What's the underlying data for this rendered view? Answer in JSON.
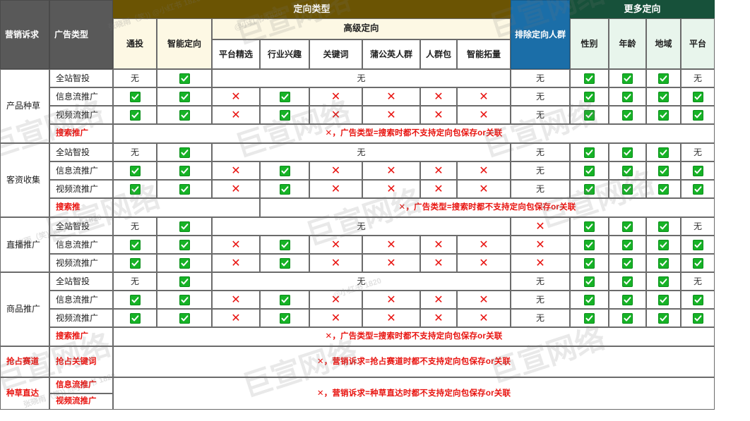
{
  "header": {
    "col_marketing_appeal": "营销诉求",
    "col_ad_type": "广告类型",
    "band_targeting": "定向类型",
    "band_exclude": "排除定向人群",
    "band_more": "更多定向",
    "sub_advanced": "高级定向",
    "columns": [
      "通投",
      "智能定向",
      "平台精选",
      "行业兴趣",
      "关键词",
      "蒲公英人群",
      "人群包",
      "智能拓量",
      "性别",
      "年龄",
      "地域",
      "平台"
    ]
  },
  "symbols": {
    "check": "check-icon",
    "cross": "✕",
    "none": "无"
  },
  "colors": {
    "band_targeting": "#6b5403",
    "band_exclude": "#1b6ea8",
    "band_more": "#17513a",
    "header_dark": "#595959",
    "cream": "#fdf8e4",
    "light_green": "#e8f5ec",
    "check_green": "#16b226",
    "cross_red": "#e8120f",
    "warn_red": "#e8130f"
  },
  "messages": {
    "search_not_supported": "✕，广告类型=搜索时都不支持定向包保存or关联",
    "race_not_supported": "✕，营销诉求=抢占赛道时都不支持定向包保存or关联",
    "seed_not_supported": "✕，营销诉求=种草直达时都不支持定向包保存or关联"
  },
  "groups": [
    {
      "name": "产品种草",
      "name_red": false,
      "rows": [
        {
          "ad_type": "全站智投",
          "ad_type_red": false,
          "tongtou": "none",
          "smart": "check",
          "advanced_merged": "none",
          "exclude": "none",
          "gender": "check",
          "age": "check",
          "region": "check",
          "platform": "none"
        },
        {
          "ad_type": "信息流推广",
          "ad_type_red": false,
          "tongtou": "check",
          "smart": "check",
          "platform_select": "cross",
          "industry_interest": "check",
          "keyword": "cross",
          "dandelion": "cross",
          "crowd_pack": "cross",
          "smart_expand": "cross",
          "exclude": "none",
          "gender": "check",
          "age": "check",
          "region": "check",
          "platform": "check"
        },
        {
          "ad_type": "视频流推广",
          "ad_type_red": false,
          "tongtou": "check",
          "smart": "check",
          "platform_select": "cross",
          "industry_interest": "check",
          "keyword": "cross",
          "dandelion": "cross",
          "crowd_pack": "cross",
          "smart_expand": "cross",
          "exclude": "none",
          "gender": "check",
          "age": "check",
          "region": "check",
          "platform": "check"
        },
        {
          "ad_type": "搜索推广",
          "ad_type_red": true,
          "message": "search_not_supported",
          "message_start": 2
        }
      ]
    },
    {
      "name": "客资收集",
      "name_red": false,
      "rows": [
        {
          "ad_type": "全站智投",
          "ad_type_red": false,
          "tongtou": "none",
          "smart": "check",
          "advanced_merged": "none",
          "exclude": "none",
          "gender": "check",
          "age": "check",
          "region": "check",
          "platform": "none"
        },
        {
          "ad_type": "信息流推广",
          "ad_type_red": false,
          "tongtou": "check",
          "smart": "check",
          "platform_select": "cross",
          "industry_interest": "check",
          "keyword": "cross",
          "dandelion": "cross",
          "crowd_pack": "cross",
          "smart_expand": "cross",
          "exclude": "none",
          "gender": "check",
          "age": "check",
          "region": "check",
          "platform": "check"
        },
        {
          "ad_type": "视频流推广",
          "ad_type_red": false,
          "tongtou": "check",
          "smart": "check",
          "platform_select": "cross",
          "industry_interest": "check",
          "keyword": "cross",
          "dandelion": "cross",
          "crowd_pack": "cross",
          "smart_expand": "cross",
          "exclude": "none",
          "gender": "check",
          "age": "check",
          "region": "check",
          "platform": "check"
        },
        {
          "ad_type": "搜索推",
          "ad_type_red": true,
          "message": "search_not_supported",
          "message_start": 4
        }
      ]
    },
    {
      "name": "直播推广",
      "name_red": false,
      "rows": [
        {
          "ad_type": "全站智投",
          "ad_type_red": false,
          "tongtou": "none",
          "smart": "check",
          "advanced_merged": "none",
          "exclude": "cross",
          "gender": "check",
          "age": "check",
          "region": "check",
          "platform": "none"
        },
        {
          "ad_type": "信息流推广",
          "ad_type_red": false,
          "tongtou": "check",
          "smart": "check",
          "platform_select": "cross",
          "industry_interest": "check",
          "keyword": "cross",
          "dandelion": "cross",
          "crowd_pack": "cross",
          "smart_expand": "cross",
          "exclude": "cross",
          "gender": "check",
          "age": "check",
          "region": "check",
          "platform": "check"
        },
        {
          "ad_type": "视频流推广",
          "ad_type_red": false,
          "tongtou": "check",
          "smart": "check",
          "platform_select": "cross",
          "industry_interest": "check",
          "keyword": "cross",
          "dandelion": "cross",
          "crowd_pack": "cross",
          "smart_expand": "cross",
          "exclude": "cross",
          "gender": "check",
          "age": "check",
          "region": "check",
          "platform": "check"
        }
      ]
    },
    {
      "name": "商品推广",
      "name_red": false,
      "rows": [
        {
          "ad_type": "全站智投",
          "ad_type_red": false,
          "tongtou": "none",
          "smart": "check",
          "advanced_merged": "none",
          "exclude": "none",
          "gender": "check",
          "age": "check",
          "region": "check",
          "platform": "none"
        },
        {
          "ad_type": "信息流推广",
          "ad_type_red": false,
          "tongtou": "check",
          "smart": "check",
          "platform_select": "cross",
          "industry_interest": "check",
          "keyword": "cross",
          "dandelion": "cross",
          "crowd_pack": "cross",
          "smart_expand": "cross",
          "exclude": "none",
          "gender": "check",
          "age": "check",
          "region": "check",
          "platform": "check"
        },
        {
          "ad_type": "视频流推广",
          "ad_type_red": false,
          "tongtou": "check",
          "smart": "check",
          "platform_select": "cross",
          "industry_interest": "check",
          "keyword": "cross",
          "dandelion": "cross",
          "crowd_pack": "cross",
          "smart_expand": "cross",
          "exclude": "none",
          "gender": "check",
          "age": "check",
          "region": "check",
          "platform": "check"
        },
        {
          "ad_type": "搜索推广",
          "ad_type_red": true,
          "message": "search_not_supported",
          "message_start": 2
        }
      ]
    },
    {
      "name": "抢占赛道",
      "name_red": true,
      "rows": [
        {
          "ad_type": "抢占关键词",
          "ad_type_red": true,
          "message": "race_not_supported",
          "message_start": 2
        }
      ]
    },
    {
      "name": "种草直达",
      "name_red": true,
      "rows": [
        {
          "ad_type": "信息流推广",
          "ad_type_red": true,
          "message": "seed_not_supported",
          "message_start": 2,
          "message_span_rows": 2
        },
        {
          "ad_type": "视频流推广",
          "ad_type_red": true
        }
      ]
    }
  ],
  "watermarks": {
    "big": "巨宣网络",
    "small_a": "张晓雨（笑)) @小红书 1820",
    "small_b": "@小红书 1820"
  }
}
